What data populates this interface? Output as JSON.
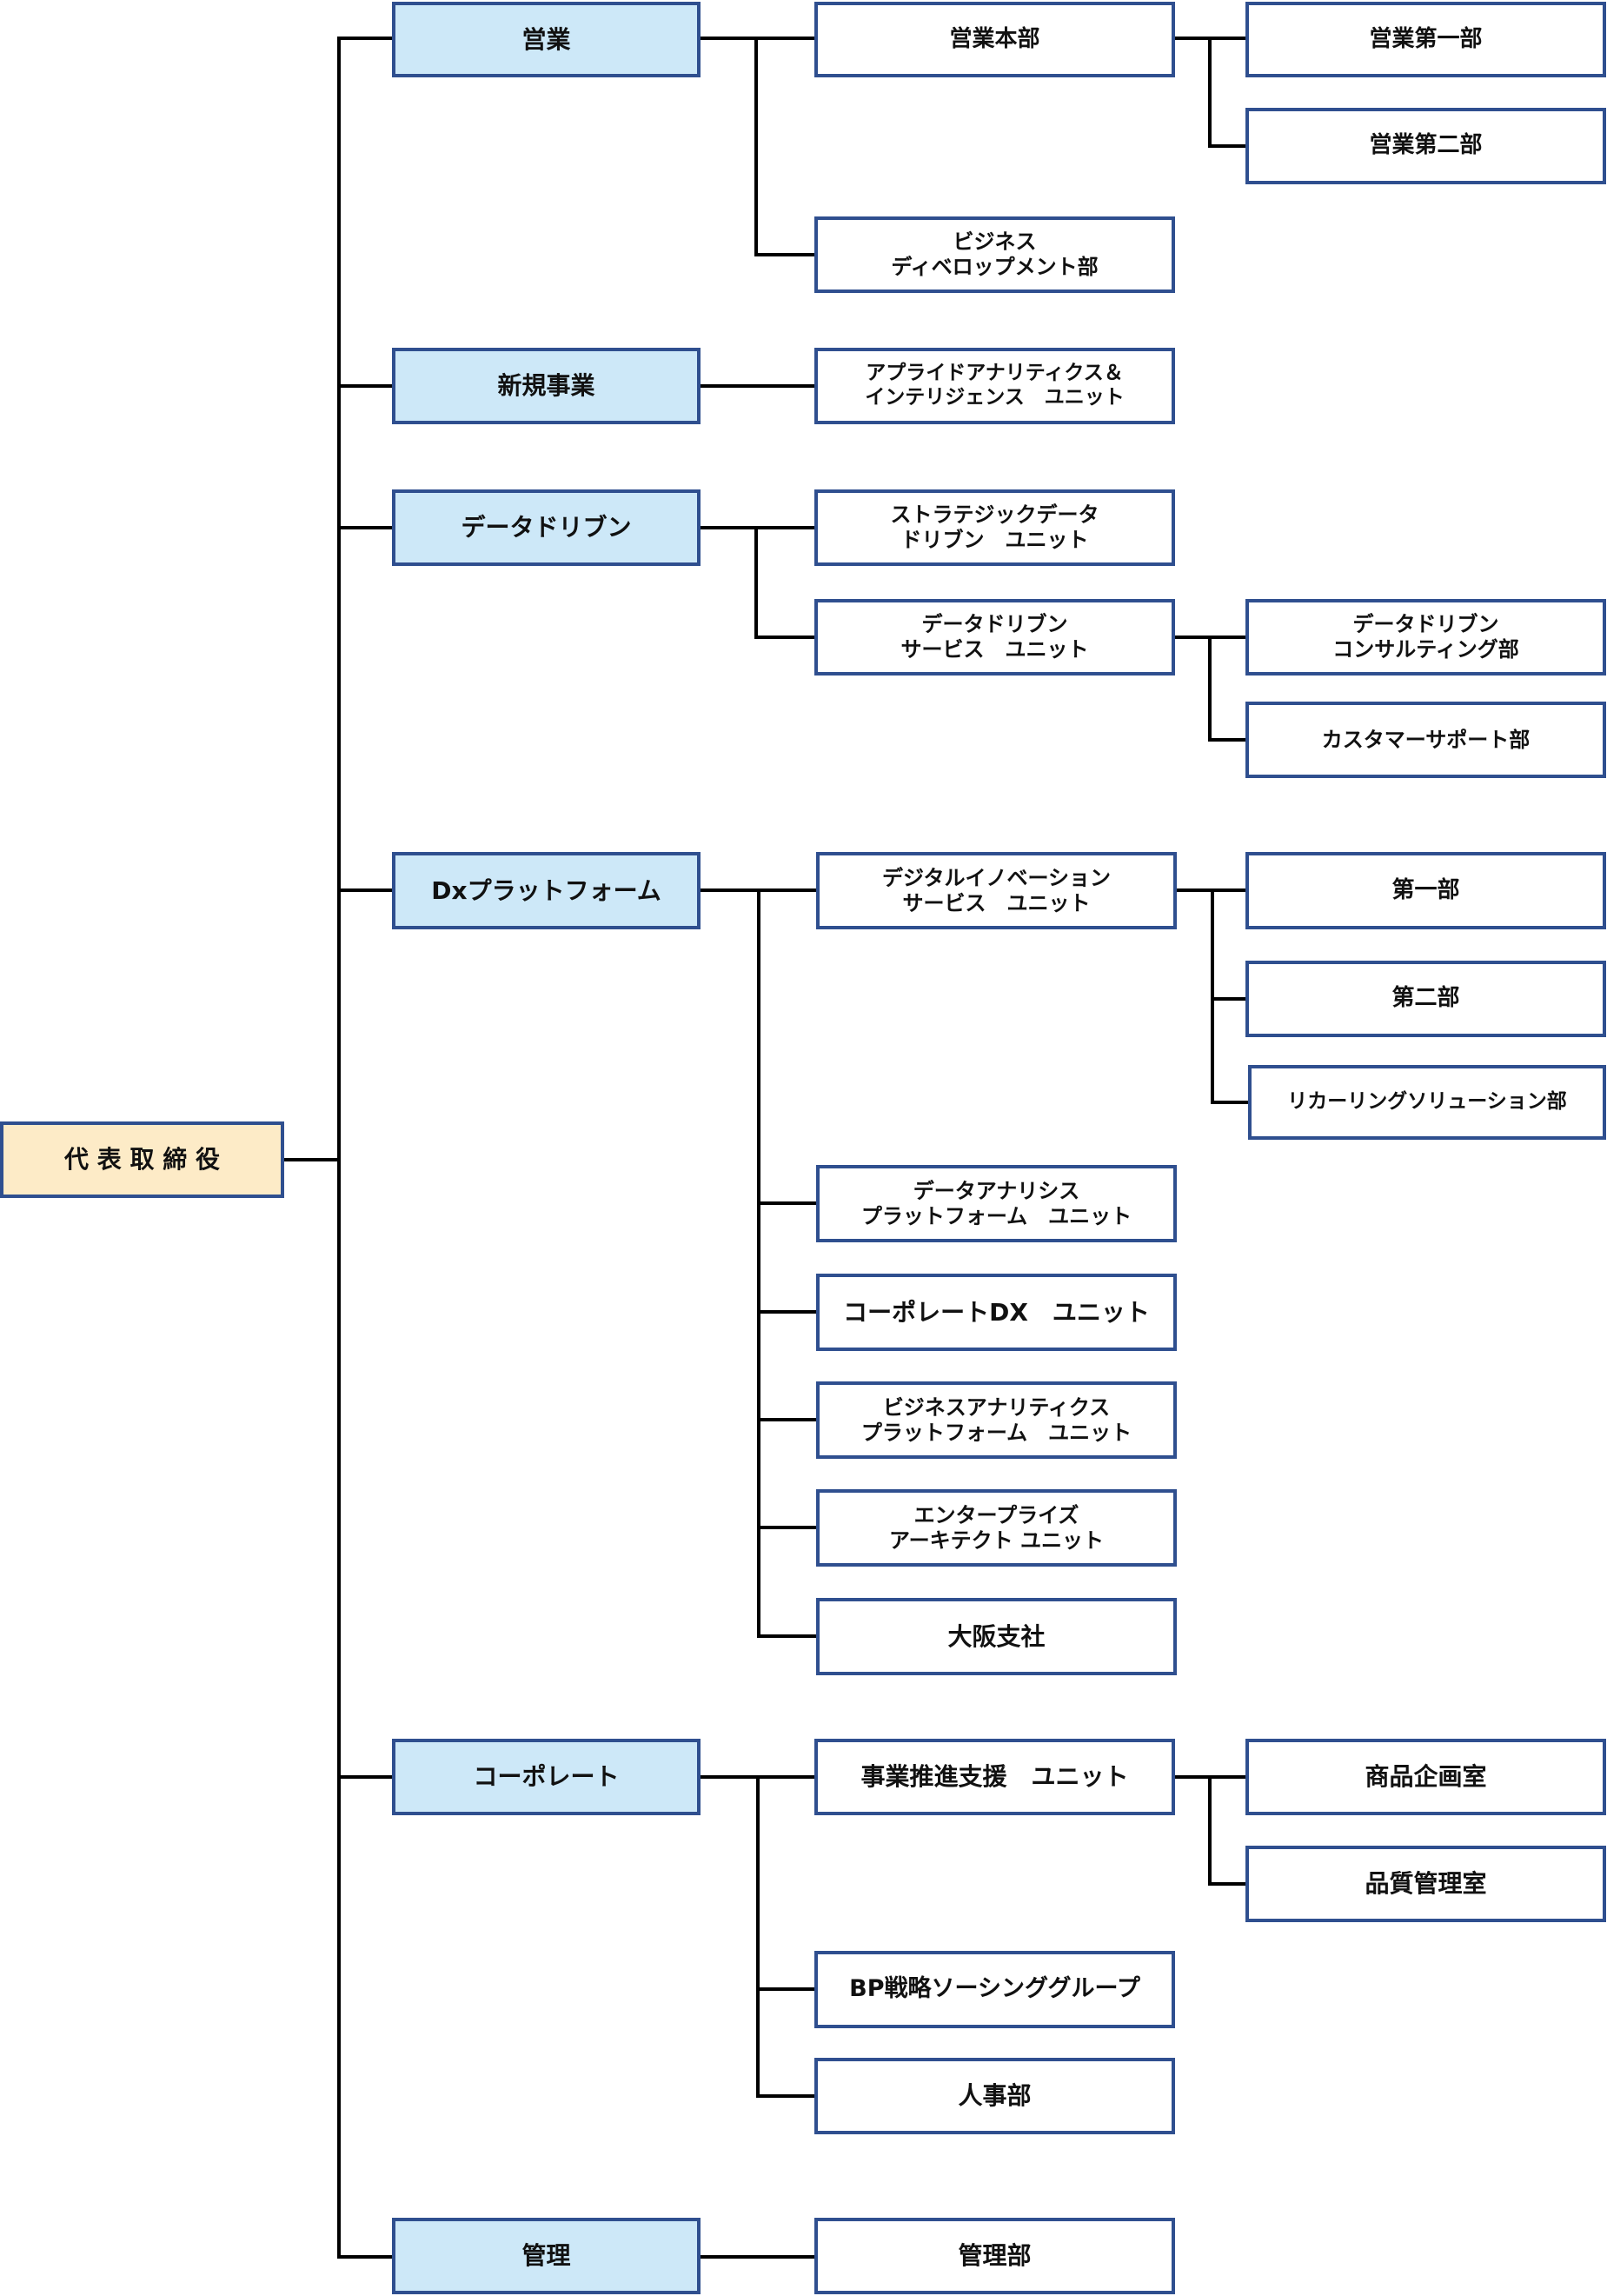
{
  "colors": {
    "border": "#2f4f8f",
    "line": "#000000",
    "root_fill": "#fdebc7",
    "division_fill": "#cde8f8",
    "unit_fill": "#ffffff"
  },
  "org": {
    "root": {
      "label": "代 表 取 締 役"
    },
    "divisions": [
      {
        "label": "営業",
        "units": [
          {
            "label": "営業本部",
            "departments": [
              {
                "label": "営業第一部"
              },
              {
                "label": "営業第二部"
              }
            ]
          },
          {
            "label": "ビジネス\nディベロップメント部"
          }
        ]
      },
      {
        "label": "新規事業",
        "units": [
          {
            "label": "アプライドアナリティクス＆\nインテリジェンス　ユニット"
          }
        ]
      },
      {
        "label": "データドリブン",
        "units": [
          {
            "label": "ストラテジックデータ\nドリブン　ユニット"
          },
          {
            "label": "データドリブン\nサービス　ユニット",
            "departments": [
              {
                "label": "データドリブン\nコンサルティング部"
              },
              {
                "label": "カスタマーサポート部"
              }
            ]
          }
        ]
      },
      {
        "label": "Dxプラットフォーム",
        "units": [
          {
            "label": "デジタルイノベーション\nサービス　ユニット",
            "departments": [
              {
                "label": "第一部"
              },
              {
                "label": "第二部"
              },
              {
                "label": "リカーリングソリューション部"
              }
            ]
          },
          {
            "label": "データアナリシス\nプラットフォーム　ユニット"
          },
          {
            "label": "コーポレートDX　ユニット"
          },
          {
            "label": "ビジネスアナリティクス\nプラットフォーム　ユニット"
          },
          {
            "label": "エンタープライズ\nアーキテクト ユニット"
          },
          {
            "label": "大阪支社"
          }
        ]
      },
      {
        "label": "コーポレート",
        "units": [
          {
            "label": "事業推進支援　ユニット",
            "departments": [
              {
                "label": "商品企画室"
              },
              {
                "label": "品質管理室"
              }
            ]
          },
          {
            "label": "BP戦略ソーシンググループ"
          },
          {
            "label": "人事部"
          }
        ]
      },
      {
        "label": "管理",
        "units": [
          {
            "label": "管理部"
          }
        ]
      }
    ]
  }
}
